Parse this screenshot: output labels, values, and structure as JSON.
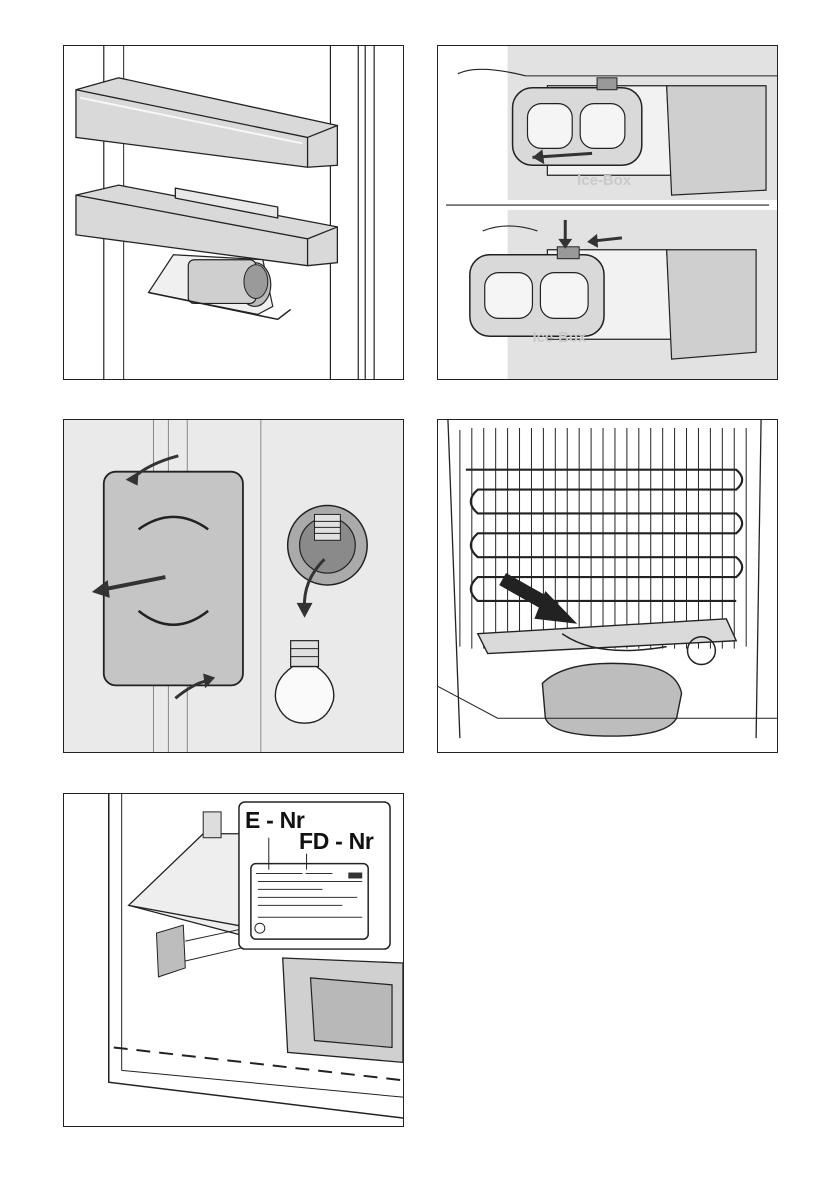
{
  "panels": {
    "p1": {
      "subject": "door-shelves-with-bottle-holder"
    },
    "p2": {
      "ghost_text_top": "Ice-Box",
      "ghost_text_bottom": "Ice-Box"
    },
    "p3": {
      "subject": "lamp-cover-removal"
    },
    "p4": {
      "subject": "condenser-and-drip-tray"
    },
    "p5": {
      "e_nr_label": "E - Nr",
      "fd_nr_label": "FD - Nr"
    }
  },
  "colors": {
    "line": "#222222",
    "shade": "#d6d6d6",
    "dark": "#444444",
    "arrow": "#333333"
  }
}
